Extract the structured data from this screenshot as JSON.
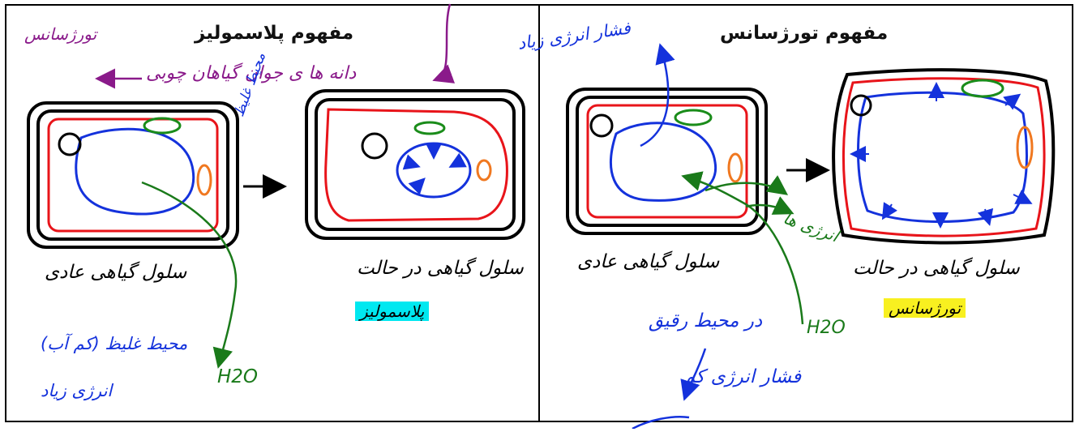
{
  "panels": {
    "left": {
      "title": "مفهوم پلاسمولیز",
      "note_top": "دانه ها ی جوان گیاهان چوبی",
      "note_top_arrow_target": "تورژسانس",
      "side_note": "محیط غلیظ",
      "cell_normal_label": "سلول گیاهی عادی",
      "cell_state_label": "سلول گیاهی در حالت",
      "state_word": "پلاسمولیز",
      "medium_label": "محیط غلیظ (کم آب)",
      "medium_sub": "انرژی زیاد",
      "water_label": "H2O"
    },
    "right": {
      "title": "مفهوم تورژسانس",
      "pressure_top": "فشار انرژی زیاد",
      "cell_normal_label": "سلول گیاهی عادی",
      "cell_state_label": "سلول گیاهی در حالت",
      "state_word": "تورژسانس",
      "medium_label": "در محیط رقیق",
      "pressure_bottom": "فشار انرژی کم",
      "energy_label": "انرژی ها",
      "water_label": "H2O"
    }
  },
  "colors": {
    "cell_wall": "#000000",
    "membrane": "#e8141a",
    "vacuole": "#1432dc",
    "chloroplast": "#1a8c1a",
    "mitochondria": "#f07820",
    "note_purple": "#8a1a8a",
    "water": "#1a7a1a",
    "highlight_cyan": "#00e8f0",
    "highlight_yellow": "#f8f020"
  }
}
